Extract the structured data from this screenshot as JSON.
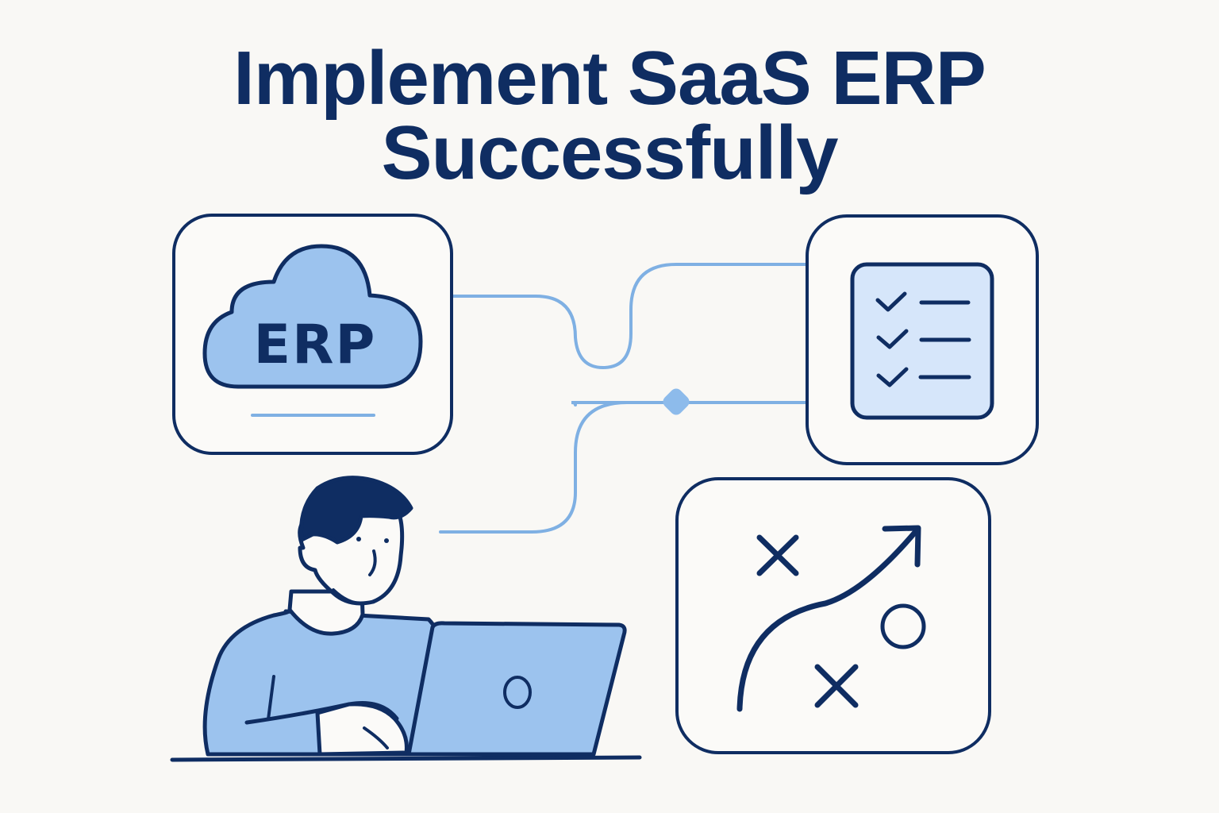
{
  "title": {
    "line1": "Implement SaaS ERP",
    "line2": "Successfully"
  },
  "cards": [
    {
      "id": "erp-cloud",
      "label": "ERP",
      "icon": "cloud-icon"
    },
    {
      "id": "checklist",
      "icon": "checklist-icon",
      "items": 3
    },
    {
      "id": "strategy",
      "icon": "strategy-play-icon",
      "marks": [
        "x",
        "x",
        "o"
      ]
    }
  ],
  "illustration": {
    "figure": "person-at-laptop",
    "icons": [
      "person-icon",
      "laptop-icon"
    ]
  },
  "colors": {
    "background": "#f9f8f5",
    "primary": "#0f2d62",
    "accent": "#9cc3ee",
    "connector": "#7fb0e3",
    "card_fill": "#ffffff",
    "checklist_fill": "#d6e6fa"
  }
}
